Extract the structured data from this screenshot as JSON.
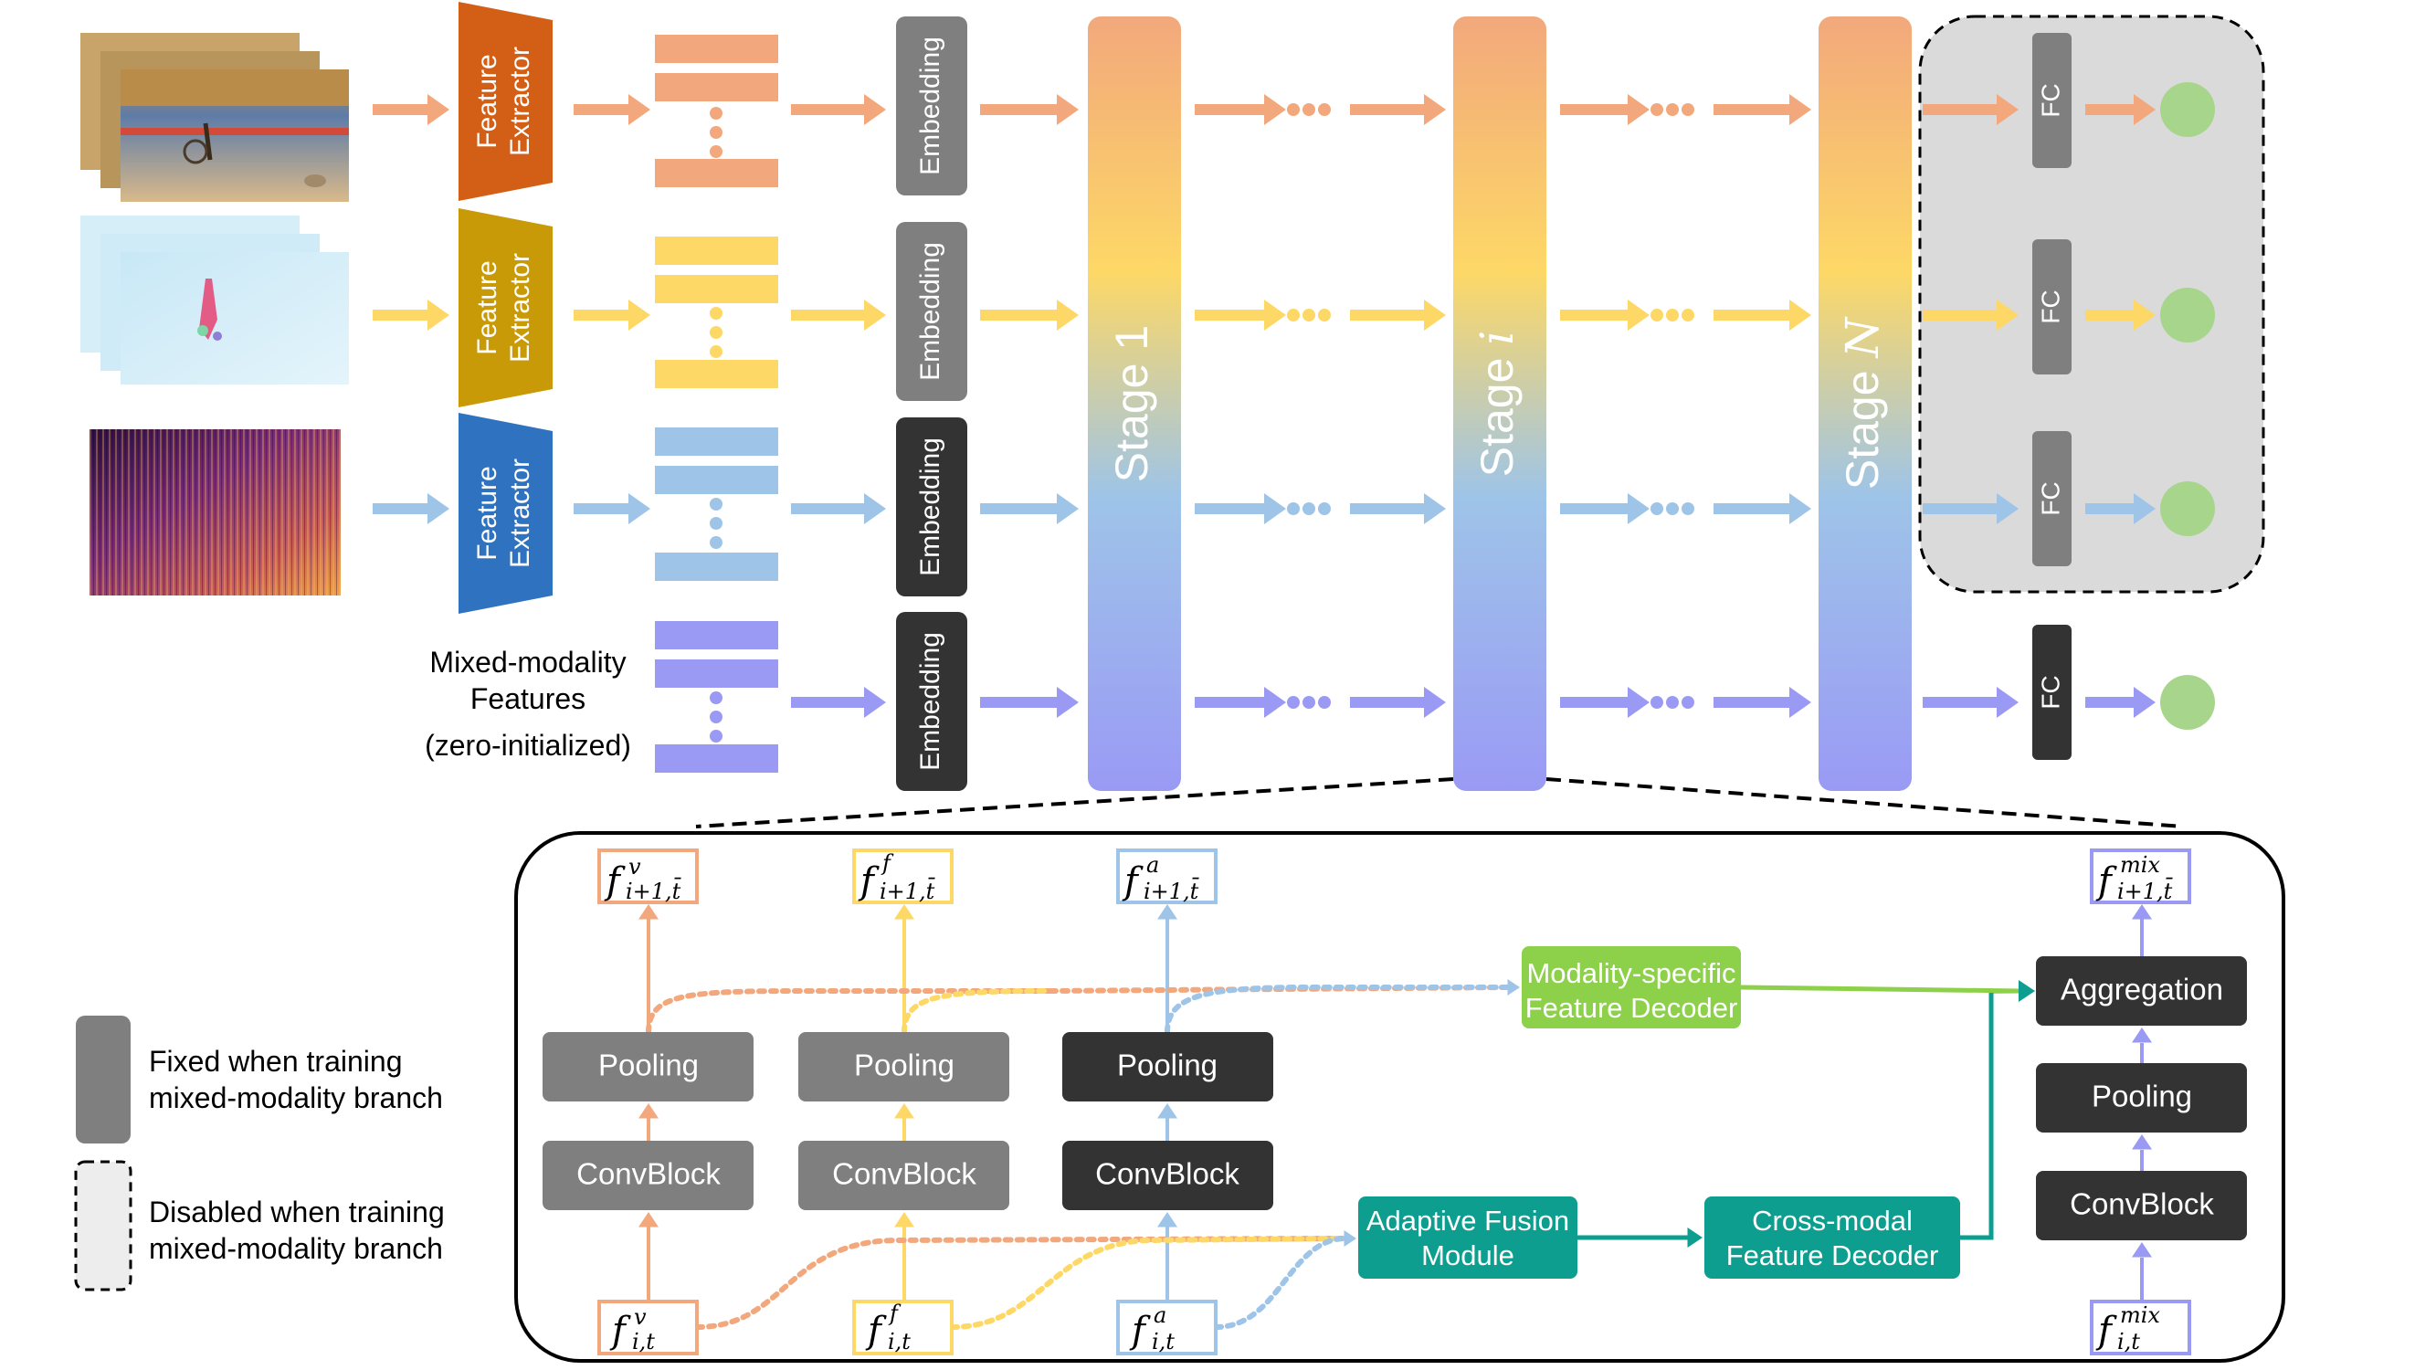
{
  "colors": {
    "visual": "#F2A87C",
    "flow": "#FDD866",
    "audio": "#9EC4E8",
    "mixed": "#9A9AF5",
    "fe_visual": "#D35F16",
    "fe_flow": "#C99A07",
    "fe_audio": "#2F72BF",
    "fixed_gray": "#7F7F7F",
    "dark": "#333333",
    "green_out": "#A8D58C",
    "green_box": "#8DD04A",
    "teal": "#0E9E90",
    "disabled_bg": "#DADADA"
  },
  "top": {
    "feature_extractor_label": "Feature Extractor",
    "embedding_label": "Embedding",
    "mixed_modality_label": "Mixed-modality Features",
    "zero_init_label": "(zero-initialized)",
    "stage_1": "Stage 1",
    "stage_i_prefix": "Stage ",
    "stage_i_var": "i",
    "stage_n_prefix": "Stage ",
    "stage_n_var": "N",
    "fc_label": "FC"
  },
  "legend": {
    "fixed_line1": "Fixed when training",
    "fixed_line2": "mixed-modality branch",
    "disabled_line1": "Disabled when training",
    "disabled_line2": "mixed-modality branch"
  },
  "detail": {
    "pooling": "Pooling",
    "convblock": "ConvBlock",
    "aggregation": "Aggregation",
    "msfd_line1": "Modality-specific",
    "msfd_line2": "Feature Decoder",
    "afm_line1": "Adaptive Fusion",
    "afm_line2": "Module",
    "cmfd_line1": "Cross-modal",
    "cmfd_line2": "Feature Decoder",
    "f": "f",
    "sup_v": "v",
    "sup_f": "f",
    "sup_a": "a",
    "sup_mix": "mix",
    "sub_in": "i,t",
    "sub_out": "i+1,t̄"
  }
}
